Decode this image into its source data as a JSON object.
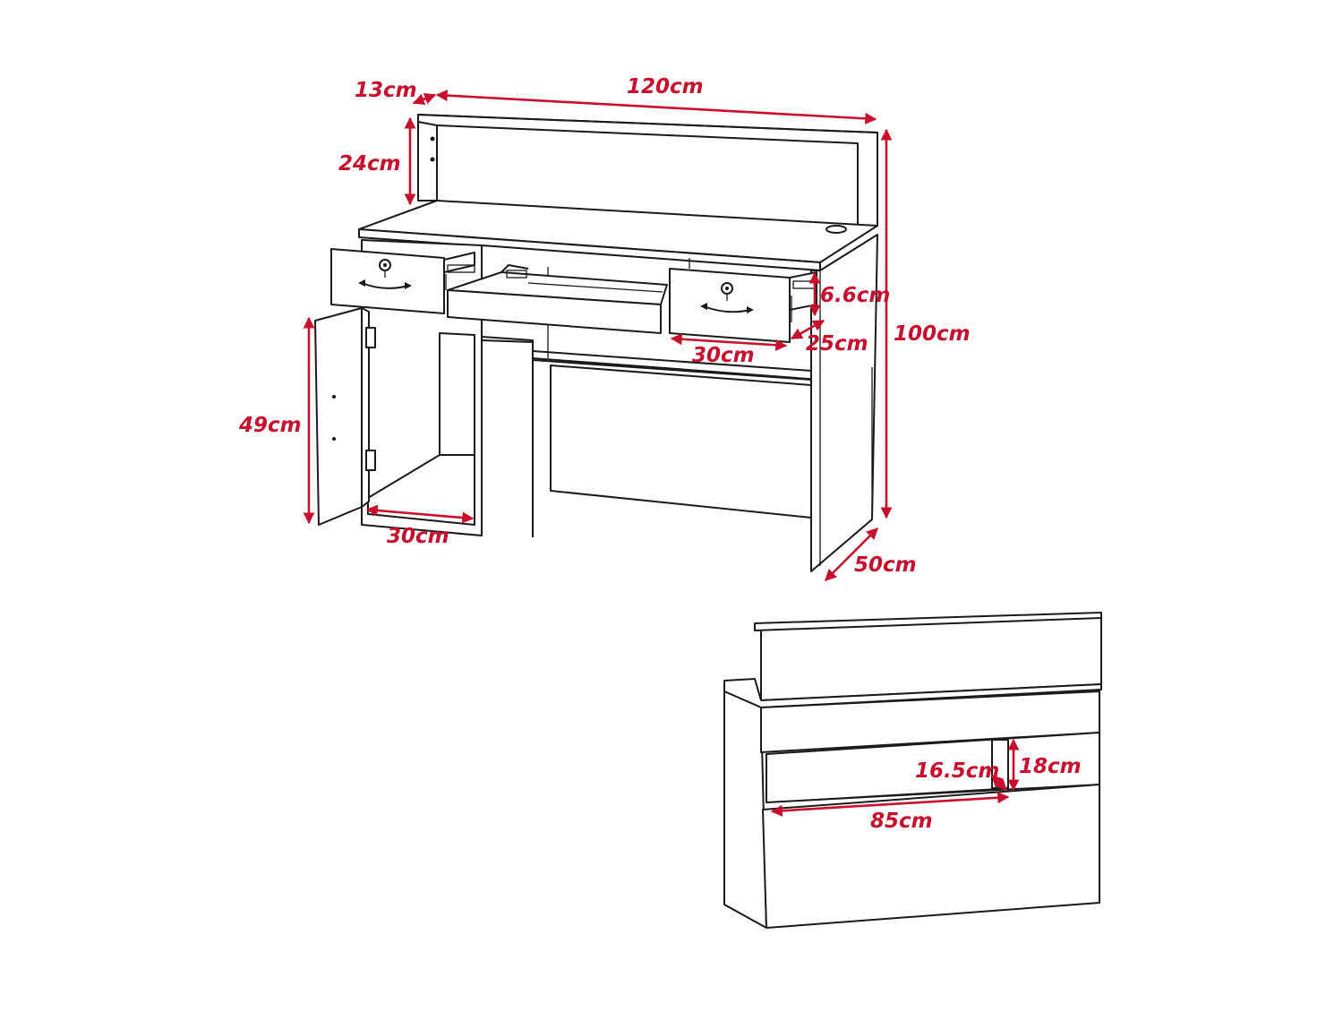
{
  "colors": {
    "dimension": "#c8102e",
    "outline": "#1a1a1a",
    "background": "#ffffff"
  },
  "labels": {
    "hutch_depth": "13cm",
    "total_width": "120cm",
    "hutch_height": "24cm",
    "drawer_height": "6.6cm",
    "drawer_depth": "25cm",
    "total_height": "100cm",
    "drawer_width": "30cm",
    "cabinet_height": "49cm",
    "cabinet_width": "30cm",
    "total_depth": "50cm",
    "knee_height": "16.5cm",
    "middle_height": "18cm",
    "knee_width": "85cm"
  }
}
